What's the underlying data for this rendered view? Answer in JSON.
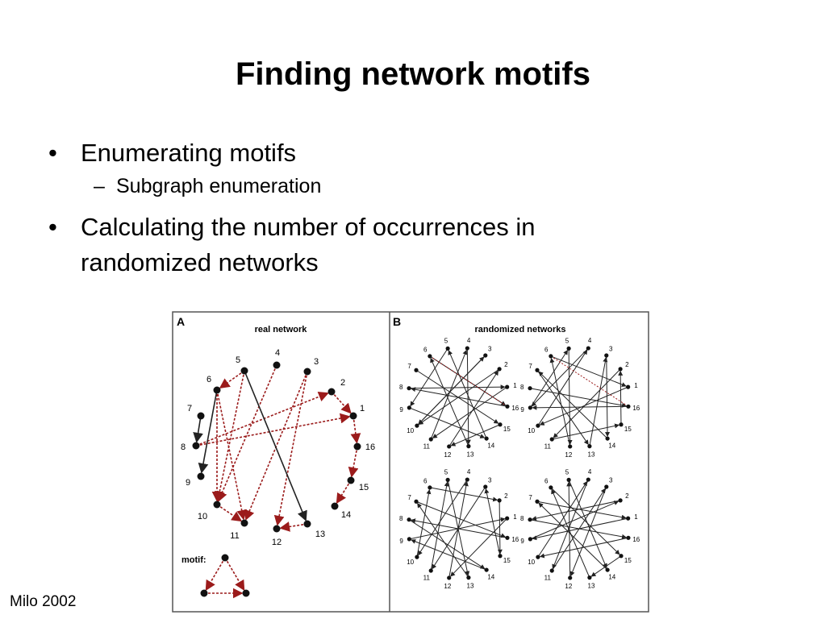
{
  "slide": {
    "title": "Finding network motifs",
    "bullets": [
      {
        "text": "Enumerating motifs",
        "sub": "Subgraph enumeration"
      },
      {
        "text": "Calculating the number of occurrences in randomized networks",
        "line1": "Calculating the number of occurrences in",
        "line2": "randomized networks"
      }
    ],
    "credit": "Milo 2002"
  },
  "figure": {
    "panel_a": {
      "letter": "A",
      "title": "real network",
      "motif_label": "motif:"
    },
    "panel_b": {
      "letter": "B",
      "title": "randomized networks"
    },
    "node_labels": [
      "1",
      "2",
      "3",
      "4",
      "5",
      "6",
      "7",
      "8",
      "9",
      "10",
      "11",
      "12",
      "13",
      "14",
      "15",
      "16"
    ],
    "colors": {
      "edge": "#222222",
      "motif_edge": "#9b1b1b",
      "node": "#111111",
      "frame": "#555555"
    }
  }
}
